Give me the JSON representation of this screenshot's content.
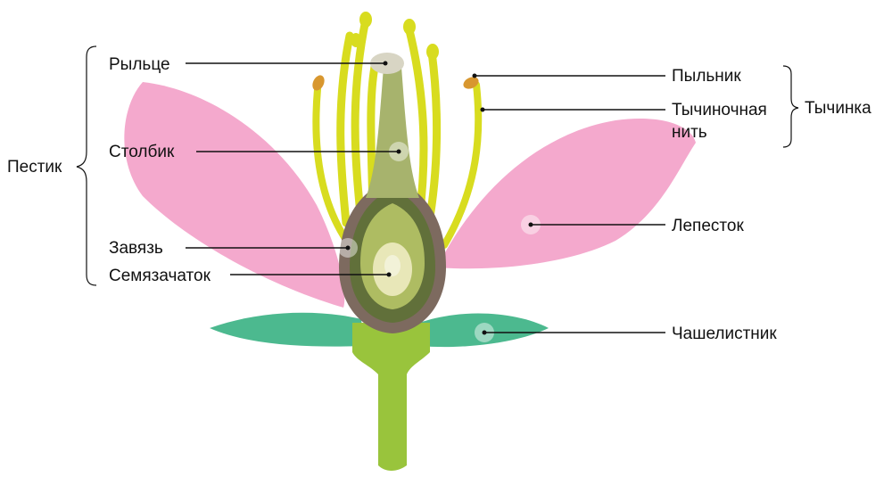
{
  "labels": {
    "stigma": "Рыльце",
    "style": "Столбик",
    "ovary": "Завязь",
    "ovule": "Семязачаток",
    "pistil": "Пестик",
    "anther": "Пыльник",
    "filament_line1": "Тычиночная",
    "filament_line2": "нить",
    "stamen": "Тычинка",
    "petal": "Лепесток",
    "sepal": "Чашелистник"
  },
  "colors": {
    "petal": "#f4a9cd",
    "sepal": "#4cb98f",
    "stem": "#99c43c",
    "filament": "#d8dc1f",
    "anther": "#d8972f",
    "ovary_outer": "#7d6a5f",
    "ovary_mid": "#61703a",
    "ovary_inner": "#aebc62",
    "ovule": "#e8e7b8",
    "style": "#a7b36d",
    "stigma": "#d8d5c4"
  }
}
